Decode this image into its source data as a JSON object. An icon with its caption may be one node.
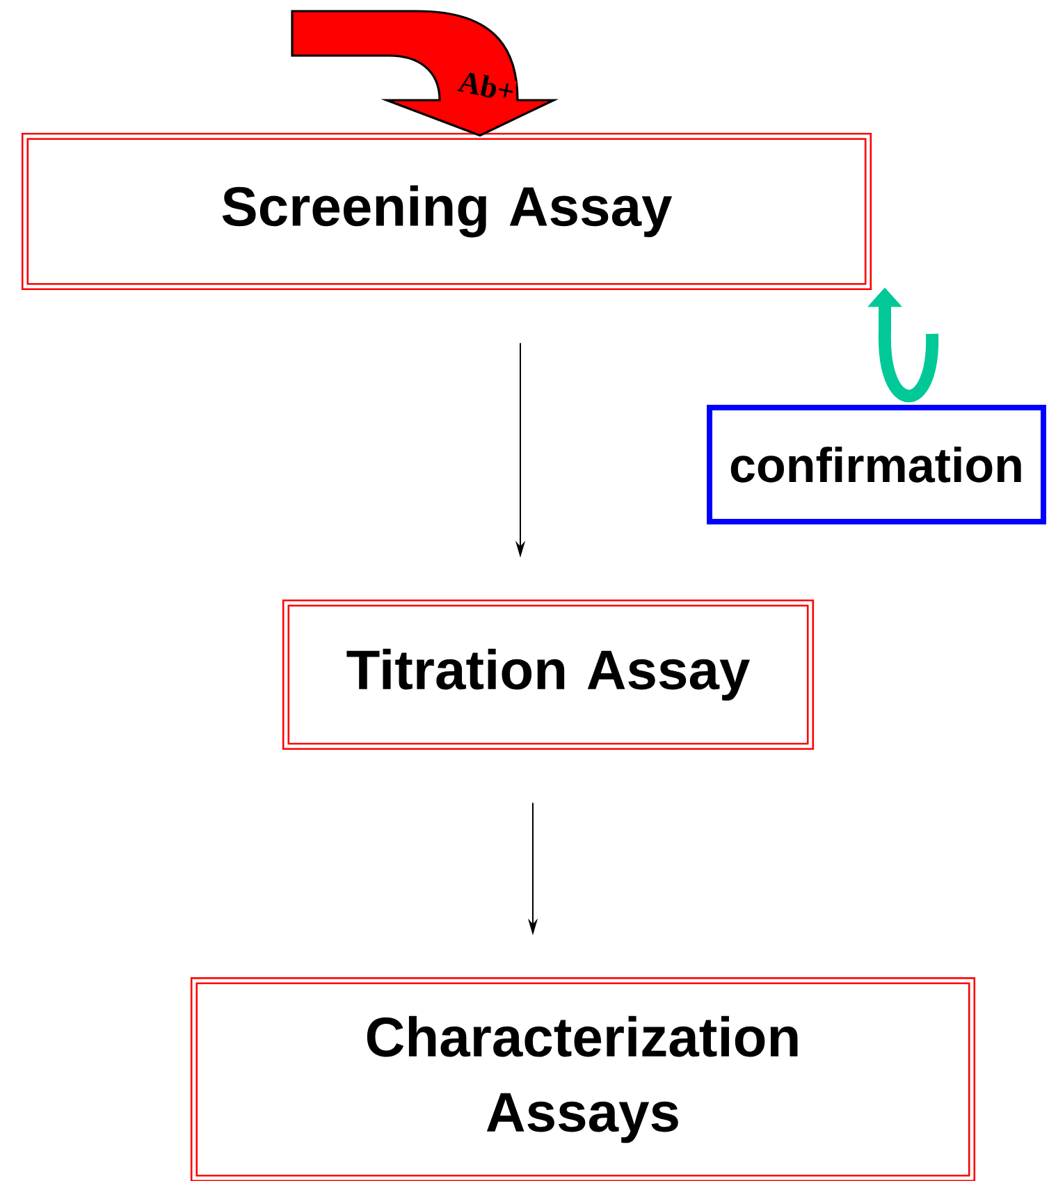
{
  "diagram": {
    "nodes": [
      {
        "text": [
          "Screening Assay"
        ]
      },
      {
        "text": [
          "Titration Assay"
        ]
      },
      {
        "text": [
          "Characterization Assays"
        ]
      },
      {
        "text": [
          "confirmation"
        ]
      }
    ],
    "edges": [
      {
        "from": 0,
        "to": 1,
        "arrow": "to"
      },
      {
        "from": 1,
        "to": 2,
        "arrow": "to"
      },
      {
        "from": null,
        "to": 0,
        "arrow": "to",
        "label": "Ab+",
        "style": "thick",
        "color": "#ff0000"
      },
      {
        "from": 3,
        "to": 0,
        "arrow": "to",
        "style": "thick",
        "color": "#00c896"
      }
    ]
  }
}
